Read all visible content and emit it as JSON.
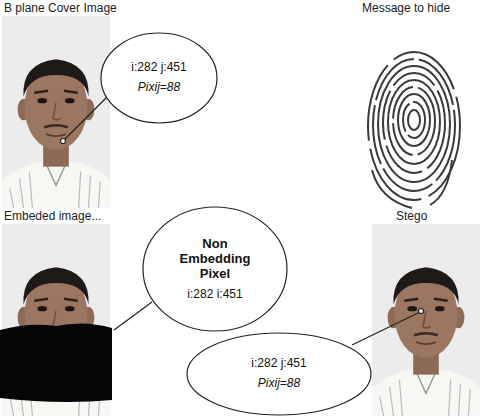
{
  "diagram": {
    "nodes": [
      {
        "text": [
          "i:282 j:451",
          "Pixij=88"
        ]
      },
      {
        "text": [
          "Non Embedding Pixel",
          "i:282 i:451"
        ]
      },
      {
        "text": [
          "i:282 j:451",
          "Pixij=88"
        ]
      }
    ],
    "labels": [
      "B plane Cover Image",
      "Message to hide",
      "Embeded image...",
      "Stego"
    ]
  }
}
